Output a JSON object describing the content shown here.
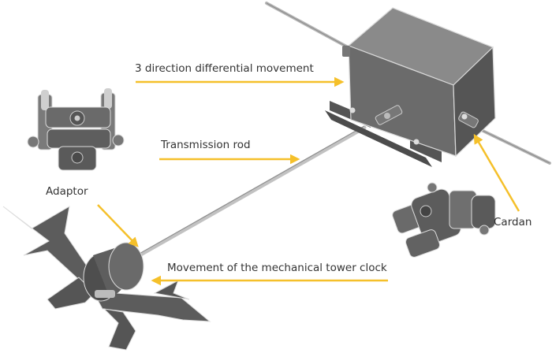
{
  "labels": {
    "differential": "3 direction differential movement",
    "transmission_rod": "Transmission rod",
    "adaptor": "Adaptor",
    "cardan": "Cardan",
    "clock_movement": "Movement of the mechanical tower clock"
  },
  "colors": {
    "arrow": "#f5c02a",
    "device_fill": "#6b6b6b",
    "device_dark": "#4a4a4a",
    "rod": "#b5b5b5",
    "text": "#333333"
  }
}
